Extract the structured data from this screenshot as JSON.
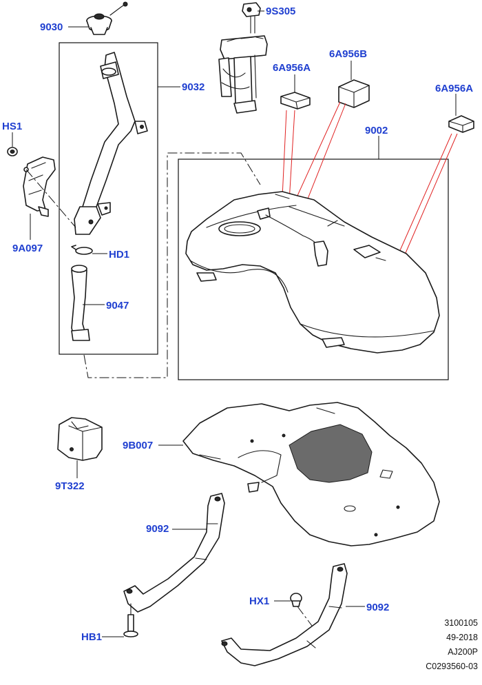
{
  "callouts": {
    "c9030": "9030",
    "c9S305": "9S305",
    "c9032": "9032",
    "cHS1": "HS1",
    "c9A097": "9A097",
    "cHD1": "HD1",
    "c9047": "9047",
    "c6A956A_left": "6A956A",
    "c6A956B": "6A956B",
    "c6A956A_right": "6A956A",
    "c9002": "9002",
    "c9B007": "9B007",
    "c9T322": "9T322",
    "c9092_left": "9092",
    "c9092_right": "9092",
    "cHX1": "HX1",
    "cHB1": "HB1"
  },
  "reference": {
    "line1": "3100105",
    "line2": "49-2018",
    "line3": "AJ200P",
    "line4": "C0293560-03"
  },
  "colors": {
    "callout_text": "#1f3fd0",
    "leader_red": "#e02020",
    "line_art": "#1a1a1a"
  }
}
